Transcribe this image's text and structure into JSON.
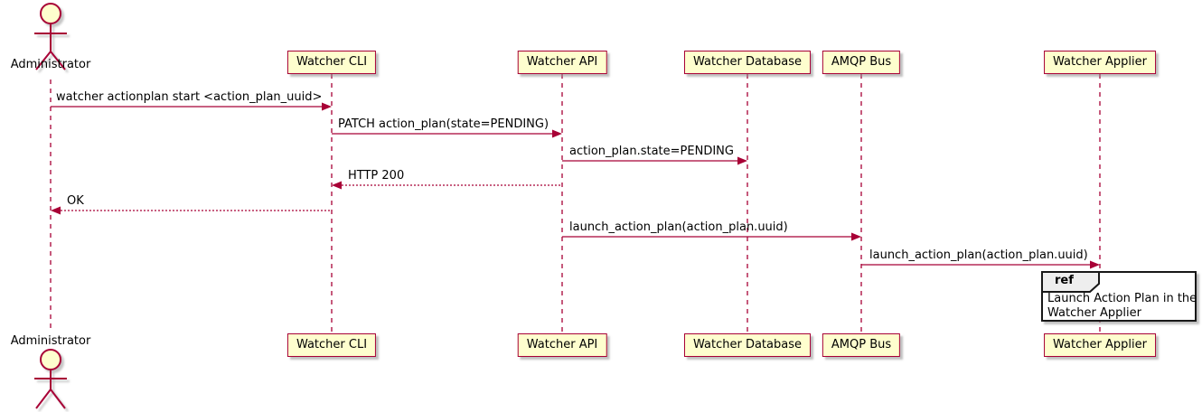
{
  "diagram": {
    "type": "plantuml-sequence",
    "colors": {
      "participant_fill": "#FEFECE",
      "lifeline_and_border": "#A80036",
      "message_text": "#000000",
      "ref_tab_fill": "#EEEEEE",
      "ref_border": "#181818",
      "background": "#FFFFFF"
    },
    "actor": {
      "label": "Administrator"
    },
    "participants": [
      {
        "label": "Watcher CLI"
      },
      {
        "label": "Watcher API"
      },
      {
        "label": "Watcher Database"
      },
      {
        "label": "AMQP Bus"
      },
      {
        "label": "Watcher Applier"
      }
    ],
    "messages": [
      {
        "from": "Administrator",
        "to": "Watcher CLI",
        "style": "solid",
        "text": "watcher actionplan start <action_plan_uuid>"
      },
      {
        "from": "Watcher CLI",
        "to": "Watcher API",
        "style": "solid",
        "text": "PATCH action_plan(state=PENDING)"
      },
      {
        "from": "Watcher API",
        "to": "Watcher Database",
        "style": "solid",
        "text": "action_plan.state=PENDING"
      },
      {
        "from": "Watcher API",
        "to": "Watcher CLI",
        "style": "dashed-return",
        "text": "HTTP 200"
      },
      {
        "from": "Watcher CLI",
        "to": "Administrator",
        "style": "dashed-return",
        "text": "OK"
      },
      {
        "from": "Watcher API",
        "to": "AMQP Bus",
        "style": "solid",
        "text": "launch_action_plan(action_plan.uuid)"
      },
      {
        "from": "AMQP Bus",
        "to": "Watcher Applier",
        "style": "solid",
        "text": "launch_action_plan(action_plan.uuid)"
      }
    ],
    "ref": {
      "keyword": "ref",
      "over": "Watcher Applier",
      "lines": [
        "Launch Action Plan in the",
        "Watcher Applier"
      ]
    }
  }
}
